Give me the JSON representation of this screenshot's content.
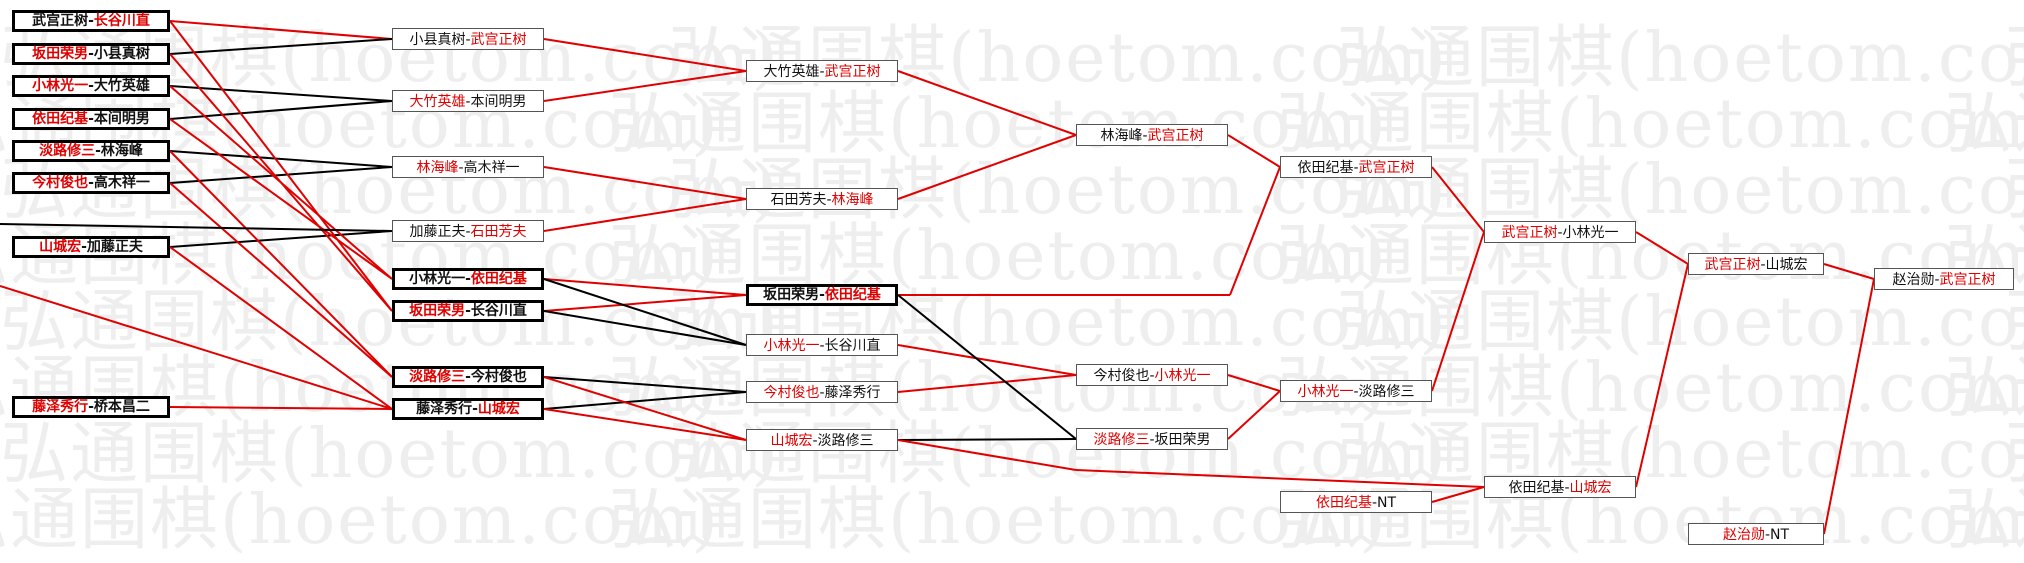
{
  "watermark": "弘通围棋(hoetom.com)",
  "colors": {
    "winner": "#e00000",
    "text": "#111111",
    "win_line": "#e00000",
    "loss_line": "#000000"
  },
  "matches": [
    {
      "id": "r1m1",
      "a": "武宫正树",
      "sep": "-",
      "b": "长谷川直",
      "winner": "b"
    },
    {
      "id": "r1m2",
      "a": "坂田荣男",
      "sep": "-",
      "b": "小县真树",
      "winner": "a"
    },
    {
      "id": "r1m3",
      "a": "小林光一",
      "sep": "-",
      "b": "大竹英雄",
      "winner": "a"
    },
    {
      "id": "r1m4",
      "a": "依田纪基",
      "sep": "-",
      "b": "本间明男",
      "winner": "a"
    },
    {
      "id": "r1m5",
      "a": "淡路修三",
      "sep": "-",
      "b": "林海峰",
      "winner": "a"
    },
    {
      "id": "r1m6",
      "a": "今村俊也",
      "sep": "-",
      "b": "高木祥一",
      "winner": "a"
    },
    {
      "id": "r1m7",
      "a": "山城宏",
      "sep": "-",
      "b": "加藤正夫",
      "winner": "a"
    },
    {
      "id": "r1m8",
      "a": "藤泽秀行",
      "sep": "-",
      "b": "桥本昌二",
      "winner": "a"
    },
    {
      "id": "r2m1",
      "a": "小县真树",
      "sep": "-",
      "b": "武宫正树",
      "winner": "b"
    },
    {
      "id": "r2m2",
      "a": "大竹英雄",
      "sep": "-",
      "b": "本间明男",
      "winner": "a"
    },
    {
      "id": "r2m3",
      "a": "林海峰",
      "sep": "-",
      "b": "高木祥一",
      "winner": "a"
    },
    {
      "id": "r2m4",
      "a": "加藤正夫",
      "sep": "-",
      "b": "石田芳夫",
      "winner": "b"
    },
    {
      "id": "r2m5",
      "a": "小林光一",
      "sep": "-",
      "b": "依田纪基",
      "winner": "b"
    },
    {
      "id": "r2m6",
      "a": "坂田荣男",
      "sep": "-",
      "b": "长谷川直",
      "winner": "a"
    },
    {
      "id": "r2m7",
      "a": "淡路修三",
      "sep": "-",
      "b": "今村俊也",
      "winner": "a"
    },
    {
      "id": "r2m8",
      "a": "藤泽秀行",
      "sep": "-",
      "b": "山城宏",
      "winner": "b"
    },
    {
      "id": "r3m1",
      "a": "大竹英雄",
      "sep": "-",
      "b": "武宫正树",
      "winner": "b"
    },
    {
      "id": "r3m2",
      "a": "石田芳夫",
      "sep": "-",
      "b": "林海峰",
      "winner": "b"
    },
    {
      "id": "r3m3",
      "a": "坂田荣男",
      "sep": "-",
      "b": "依田纪基",
      "winner": "b"
    },
    {
      "id": "r3m4",
      "a": "小林光一",
      "sep": "-",
      "b": "长谷川直",
      "winner": "a"
    },
    {
      "id": "r3m5",
      "a": "今村俊也",
      "sep": "-",
      "b": "藤泽秀行",
      "winner": "a"
    },
    {
      "id": "r3m6",
      "a": "山城宏",
      "sep": "-",
      "b": "淡路修三",
      "winner": "a"
    },
    {
      "id": "r4m1",
      "a": "林海峰",
      "sep": "-",
      "b": "武宫正树",
      "winner": "b"
    },
    {
      "id": "r4m2",
      "a": "今村俊也",
      "sep": "-",
      "b": "小林光一",
      "winner": "b"
    },
    {
      "id": "r4m3",
      "a": "淡路修三",
      "sep": "-",
      "b": "坂田荣男",
      "winner": "a"
    },
    {
      "id": "r5m1",
      "a": "依田纪基",
      "sep": "-",
      "b": "武宫正树",
      "winner": "b"
    },
    {
      "id": "r5m2",
      "a": "小林光一",
      "sep": "-",
      "b": "淡路修三",
      "winner": "a"
    },
    {
      "id": "r5m3",
      "a": "依田纪基",
      "sep": "-",
      "b": "NT",
      "winner": "a"
    },
    {
      "id": "r6m1",
      "a": "武宫正树",
      "sep": "-",
      "b": "小林光一",
      "winner": "a"
    },
    {
      "id": "r6m2",
      "a": "依田纪基",
      "sep": "-",
      "b": "山城宏",
      "winner": "b"
    },
    {
      "id": "r7m1",
      "a": "武宫正树",
      "sep": "-",
      "b": "山城宏",
      "winner": "a"
    },
    {
      "id": "r7m2",
      "a": "赵治勋",
      "sep": "-",
      "b": "NT",
      "winner": "a"
    },
    {
      "id": "r8m1",
      "a": "赵治勋",
      "sep": "-",
      "b": "武宫正树",
      "winner": "b"
    }
  ],
  "links": [
    {
      "from": "r1m1",
      "to": "r2m1",
      "w": true
    },
    {
      "from": "r1m2",
      "to": "r2m1",
      "w": false
    },
    {
      "from": "r1m3",
      "to": "r2m2",
      "w": false
    },
    {
      "from": "r1m4",
      "to": "r2m2",
      "w": false
    },
    {
      "from": "r1m5",
      "to": "r2m3",
      "w": false
    },
    {
      "from": "r1m6",
      "to": "r2m3",
      "w": false
    },
    {
      "from": "r1m7",
      "to": "r2m4",
      "w": false
    },
    {
      "from": "r1m1",
      "to": "r2m6",
      "w": true
    },
    {
      "from": "r1m2",
      "to": "r2m6",
      "w": true
    },
    {
      "from": "r1m3",
      "to": "r2m5",
      "w": true
    },
    {
      "from": "r1m4",
      "to": "r2m5",
      "w": true
    },
    {
      "from": "r1m5",
      "to": "r2m7",
      "w": true
    },
    {
      "from": "r1m6",
      "to": "r2m7",
      "w": true
    },
    {
      "from": "r1m7",
      "to": "r2m8",
      "w": true
    },
    {
      "from": "r1m8",
      "to": "r2m8",
      "w": true
    },
    {
      "from": "r2m1",
      "to": "r3m1",
      "w": true
    },
    {
      "from": "r2m2",
      "to": "r3m1",
      "w": true
    },
    {
      "from": "r2m3",
      "to": "r3m2",
      "w": true
    },
    {
      "from": "r2m4",
      "to": "r3m2",
      "w": true
    },
    {
      "from": "r2m5",
      "to": "r3m3",
      "w": true
    },
    {
      "from": "r2m6",
      "to": "r3m3",
      "w": true
    },
    {
      "from": "r2m5",
      "to": "r3m4",
      "w": false
    },
    {
      "from": "r2m6",
      "to": "r3m4",
      "w": false
    },
    {
      "from": "r2m7",
      "to": "r3m5",
      "w": false
    },
    {
      "from": "r2m8",
      "to": "r3m5",
      "w": false
    },
    {
      "from": "r2m7",
      "to": "r3m6",
      "w": true
    },
    {
      "from": "r2m8",
      "to": "r3m6",
      "w": true
    },
    {
      "from": "r3m1",
      "to": "r4m1",
      "w": true
    },
    {
      "from": "r3m2",
      "to": "r4m1",
      "w": true
    },
    {
      "from": "r3m3",
      "to": "r5m1",
      "w": true
    },
    {
      "from": "r3m4",
      "to": "r4m2",
      "w": true
    },
    {
      "from": "r3m5",
      "to": "r4m2",
      "w": true
    },
    {
      "from": "r3m3",
      "to": "r4m3",
      "w": false
    },
    {
      "from": "r3m6",
      "to": "r4m3",
      "w": false
    },
    {
      "from": "r3m6",
      "to": "r6m2",
      "w": true
    },
    {
      "from": "r4m1",
      "to": "r5m1",
      "w": true
    },
    {
      "from": "r4m2",
      "to": "r5m2",
      "w": true
    },
    {
      "from": "r4m3",
      "to": "r5m2",
      "w": true
    },
    {
      "from": "r5m1",
      "to": "r6m1",
      "w": true
    },
    {
      "from": "r5m2",
      "to": "r6m1",
      "w": true
    },
    {
      "from": "r5m3",
      "to": "r6m2",
      "w": true
    },
    {
      "from": "r6m1",
      "to": "r7m1",
      "w": true
    },
    {
      "from": "r6m2",
      "to": "r7m1",
      "w": true
    },
    {
      "from": "r7m1",
      "to": "r8m1",
      "w": true
    },
    {
      "from": "r7m2",
      "to": "r8m1",
      "w": true
    }
  ],
  "offpage_links": [
    {
      "to": "r2m4",
      "w": false
    },
    {
      "to": "r2m8",
      "w": true
    }
  ]
}
